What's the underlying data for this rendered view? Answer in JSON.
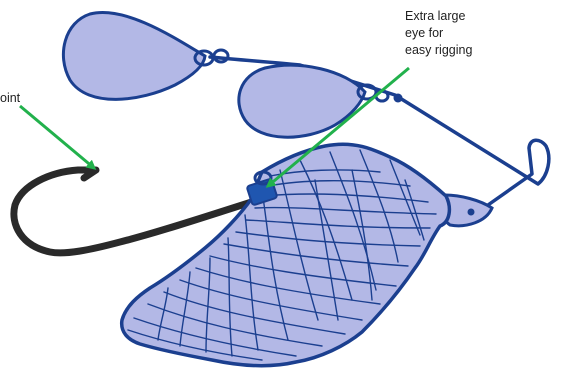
{
  "labels": {
    "point_fragment": "oint",
    "eye_line1": "Extra large",
    "eye_line2": "eye for",
    "eye_line3": "easy rigging"
  },
  "colors": {
    "lure_fill": "#b3b8e6",
    "outline": "#1b3f8f",
    "hook": "#2a2a2a",
    "arrow": "#22b14c",
    "eye_bead": "#1f56b0"
  }
}
